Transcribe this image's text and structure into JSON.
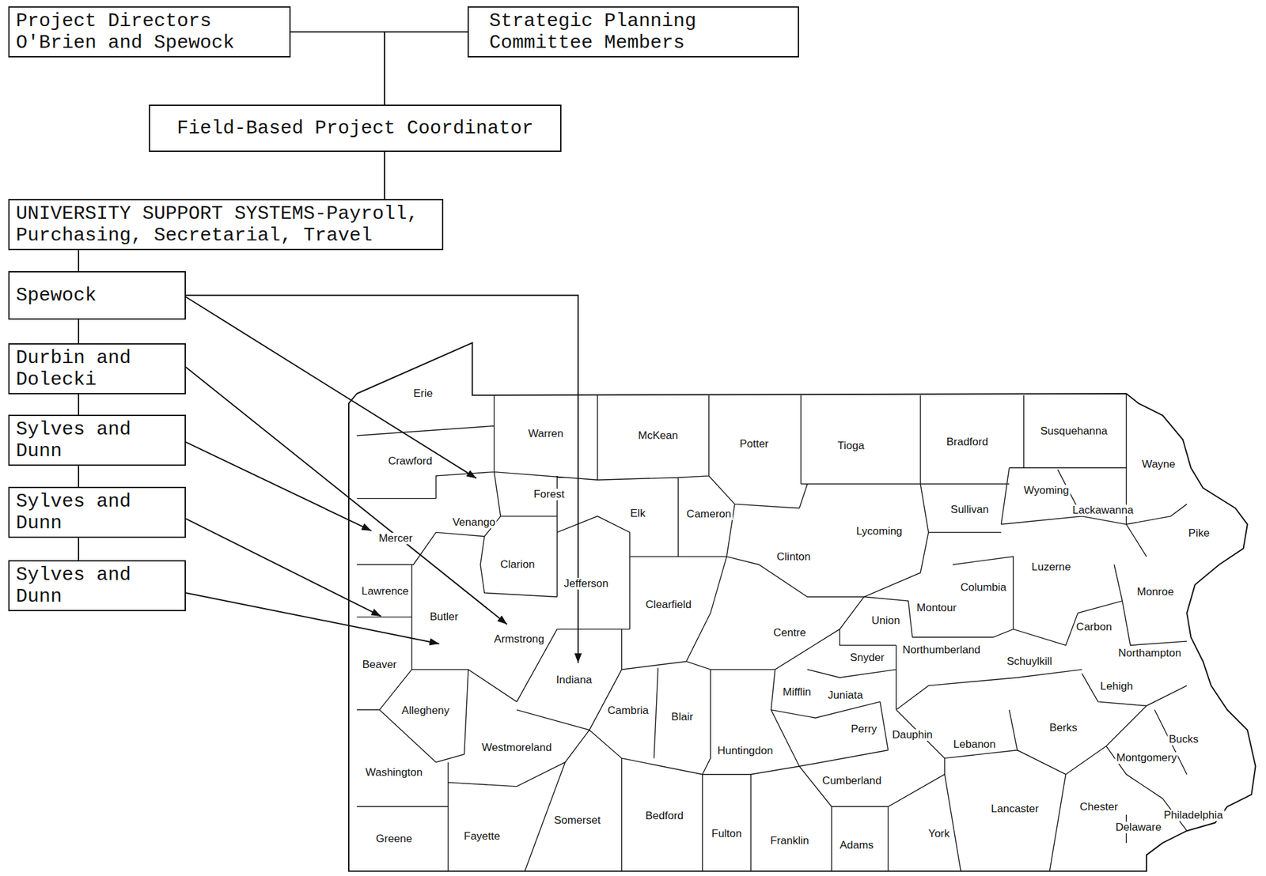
{
  "diagram": {
    "nodes": [
      {
        "text": [
          "Project Directors O'Brien and Spewock"
        ]
      },
      {
        "text": [
          "Strategic Planning Committee Members"
        ]
      },
      {
        "text": [
          "Field-Based Project Coordinator"
        ]
      },
      {
        "text": [
          "UNIVERSITY SUPPORT SYSTEMS-Payroll, Purchasing, Secretarial, Travel"
        ]
      },
      {
        "text": [
          "Spewock"
        ]
      },
      {
        "text": [
          "Durbin and Dolecki"
        ]
      },
      {
        "text": [
          "Sylves and Dunn"
        ]
      },
      {
        "text": [
          "Sylves and Dunn"
        ]
      },
      {
        "text": [
          "Sylves and Dunn"
        ]
      }
    ],
    "edges": [
      {
        "from": 0,
        "to": 1,
        "arrow": "none"
      },
      {
        "from": 0,
        "to": 2,
        "arrow": "none"
      },
      {
        "from": 1,
        "to": 2,
        "arrow": "none"
      },
      {
        "from": 2,
        "to": 3,
        "arrow": "none"
      },
      {
        "from": 3,
        "to": 4,
        "arrow": "none"
      },
      {
        "from": 4,
        "to": 5,
        "arrow": "none"
      },
      {
        "from": 5,
        "to": 6,
        "arrow": "none"
      },
      {
        "from": 6,
        "to": 7,
        "arrow": "none"
      },
      {
        "from": 7,
        "to": 8,
        "arrow": "none"
      }
    ],
    "labels": [
      "Erie",
      "Warren",
      "McKean",
      "Potter",
      "Tioga",
      "Bradford",
      "Susquehanna",
      "Wayne",
      "Crawford",
      "Forest",
      "Elk",
      "Cameron",
      "Wyoming",
      "Sullivan",
      "Lackawanna",
      "Pike",
      "Lycoming",
      "Venango",
      "Mercer",
      "Clinton",
      "Clarion",
      "Luzerne",
      "Monroe",
      "Lawrence",
      "Jefferson",
      "Clearfield",
      "Columbia",
      "Montour",
      "Butler",
      "Union",
      "Centre",
      "Carbon",
      "Armstrong",
      "Northumberland",
      "Snyder",
      "Schuylkill",
      "Northampton",
      "Beaver",
      "Indiana",
      "Lehigh",
      "Mifflin",
      "Juniata",
      "Allegheny",
      "Cambria",
      "Blair",
      "Berks",
      "Perry",
      "Dauphin",
      "Lebanon",
      "Bucks",
      "Huntingdon",
      "Westmoreland",
      "Montgomery",
      "Washington",
      "Cumberland",
      "Somerset",
      "Bedford",
      "Fulton",
      "Franklin",
      "Adams",
      "York",
      "Lancaster",
      "Chester",
      "Philadelphia",
      "Delaware",
      "Greene",
      "Fayette"
    ]
  }
}
